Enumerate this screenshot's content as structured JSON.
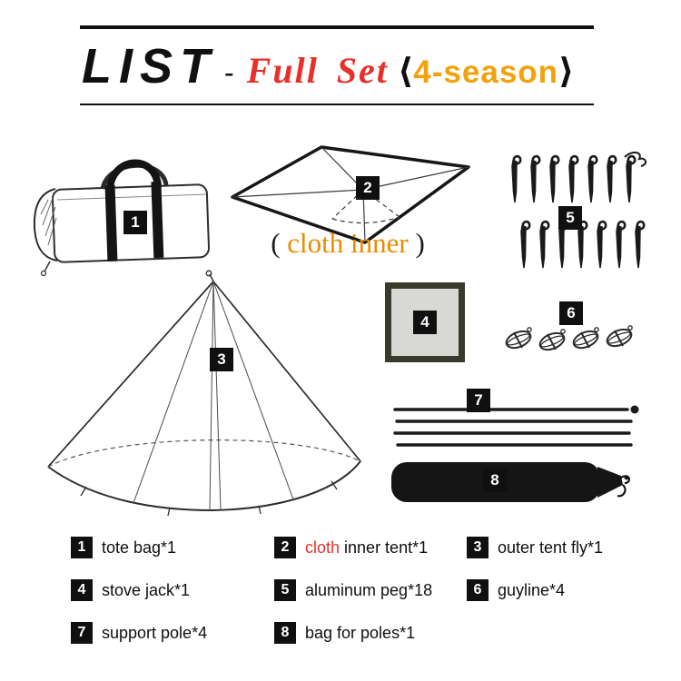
{
  "header": {
    "title": "LIST",
    "separator": "-",
    "subtitle": "Full Set",
    "bracket_open": "⟨",
    "season_label": "4-season",
    "bracket_close": "⟩",
    "colors": {
      "title": "#101010",
      "subtitle": "#e8302a",
      "season": "#f2a20d"
    }
  },
  "illustration": {
    "inner_tent_caption": {
      "open": "(",
      "text": "cloth inner",
      "close": ")",
      "color": "#e78c00"
    },
    "badges": [
      "1",
      "2",
      "3",
      "4",
      "5",
      "6",
      "7",
      "8"
    ]
  },
  "legend": {
    "red_color": "#e8302a",
    "items": [
      {
        "num": "1",
        "red": "",
        "rest": "tote bag*1"
      },
      {
        "num": "2",
        "red": "cloth",
        "rest": " inner tent*1"
      },
      {
        "num": "3",
        "red": "",
        "rest": "outer tent fly*1"
      },
      {
        "num": "4",
        "red": "",
        "rest": "stove jack*1"
      },
      {
        "num": "5",
        "red": "",
        "rest": "aluminum peg*18"
      },
      {
        "num": "6",
        "red": "",
        "rest": "guyline*4"
      },
      {
        "num": "7",
        "red": "",
        "rest": "support pole*4"
      },
      {
        "num": "8",
        "red": "",
        "rest": "bag for poles*1"
      }
    ]
  }
}
